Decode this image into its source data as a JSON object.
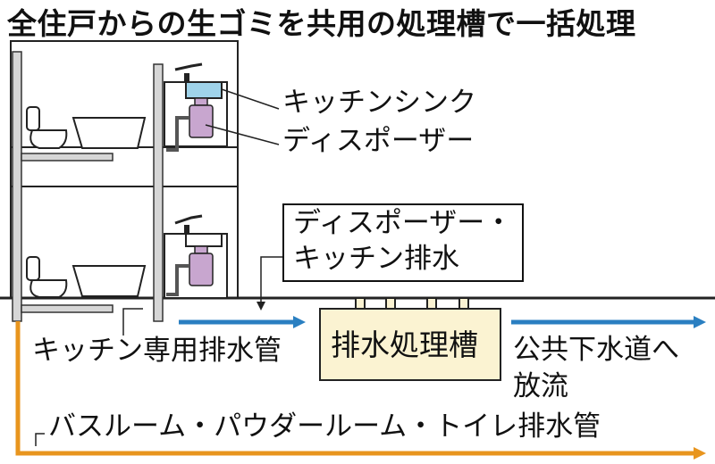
{
  "title": "全住戸からの生ゴミを共用の処理槽で一括処理",
  "labels": {
    "kitchen_sink": "キッチンシンク",
    "disposer": "ディスポーザー",
    "callout_line1": "ディスポーザー・",
    "callout_line2": "キッチン排水",
    "tank": "排水処理槽",
    "kitchen_pipe": "キッチン専用排水管",
    "discharge_line1": "公共下水道へ",
    "discharge_line2": "放流",
    "bath_pipe": "バスルーム・パウダールーム・トイレ排水管"
  },
  "colors": {
    "kitchen_flow": "#2a7fc1",
    "bath_pipe": "#e8951e",
    "tank_fill": "#fbf3d2",
    "disposer": "#c8a6cf",
    "sink_water": "#9fd3ea",
    "pipe": "#cfcfcf"
  }
}
